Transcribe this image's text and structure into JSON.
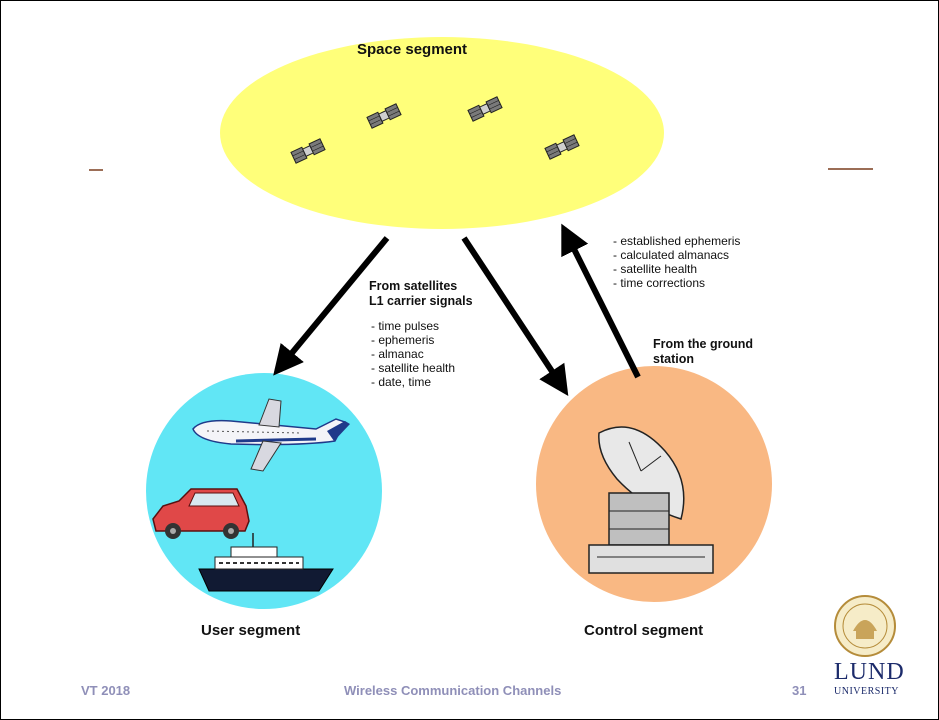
{
  "colors": {
    "space": "#ffff7a",
    "user": "#61e6f5",
    "control": "#f9b883",
    "arrow": "#000000",
    "footer_text": "#8f8fb8",
    "logo": "#1c2b6b"
  },
  "space_segment": {
    "title": "Space segment"
  },
  "user_segment": {
    "title": "User segment"
  },
  "control_segment": {
    "title": "Control segment"
  },
  "downlink": {
    "heading": [
      "From satellites",
      "L1 carrier signals"
    ],
    "items": [
      "- time pulses",
      "- ephemeris",
      "- almanac",
      "- satellite health",
      "- date, time"
    ]
  },
  "uplink": {
    "heading": [
      "From the ground",
      "station"
    ],
    "items": [
      "- established ephemeris",
      "- calculated almanacs",
      "- satellite health",
      "- time corrections"
    ]
  },
  "footer": {
    "left": "VT 2018",
    "center": "Wireless Communication  Channels",
    "page": "31"
  },
  "logo": {
    "line1": "LUND",
    "line2": "UNIVERSITY"
  },
  "icons": [
    "satellite-icon",
    "airplane-icon",
    "car-icon",
    "ship-icon",
    "satellite-dish-icon",
    "university-seal-icon"
  ]
}
